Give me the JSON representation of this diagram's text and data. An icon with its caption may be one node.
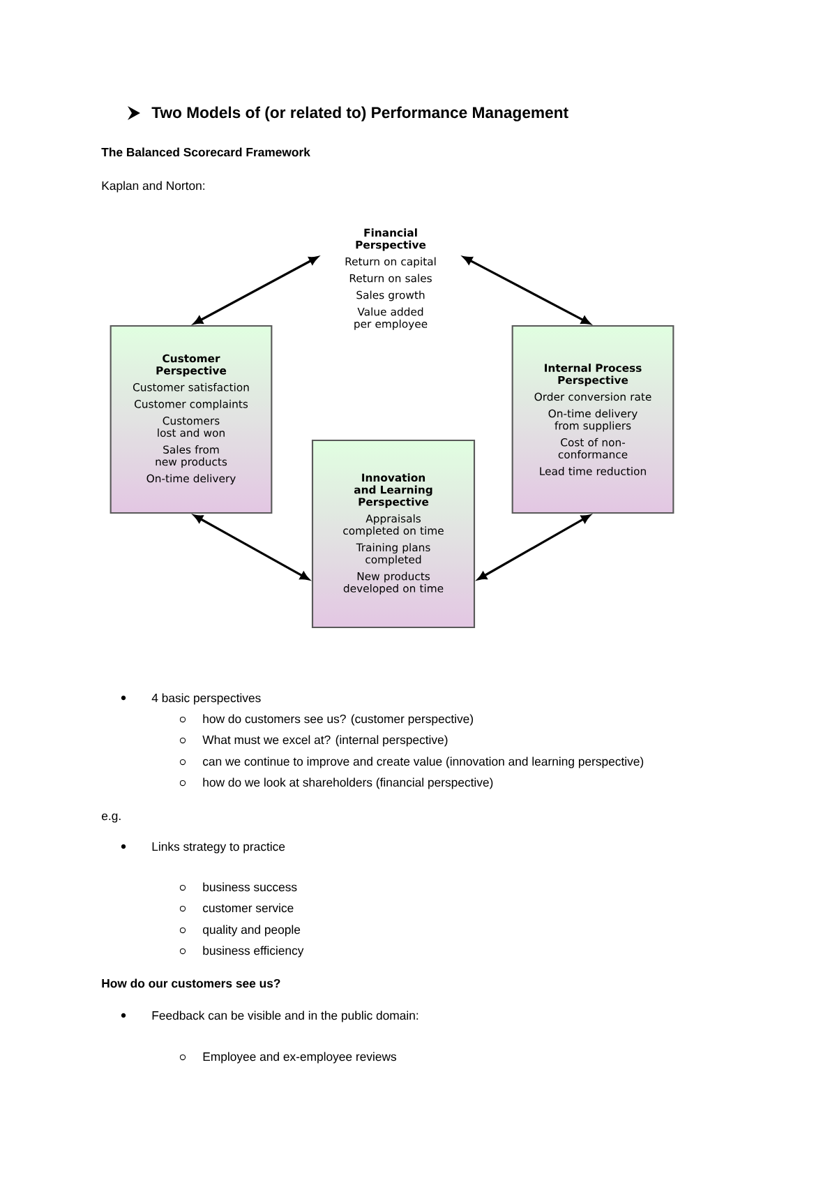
{
  "diagram": {
    "title": "Two Models of (or related to) Performance Management",
    "nodes": [
      {
        "text": [
          "Financial Perspective",
          "Return on capital",
          "Return on sales",
          "Sales growth",
          "Value added per employee"
        ]
      },
      {
        "text": [
          "Customer Perspective",
          "Customer satisfaction",
          "Customer complaints",
          "Customers lost and won",
          "Sales from new products",
          "On-time delivery"
        ]
      },
      {
        "text": [
          "Internal Process Perspective",
          "Order conversion rate",
          "On-time delivery from suppliers",
          "Cost of non-conformance",
          "Lead time reduction"
        ]
      },
      {
        "text": [
          "Innovation and Learning Perspective",
          "Appraisals completed on time",
          "Training plans completed",
          "New products developed on time"
        ]
      }
    ],
    "edges": [
      {
        "from": 0,
        "to": 1,
        "arrow": "both"
      },
      {
        "from": 0,
        "to": 2,
        "arrow": "both"
      },
      {
        "from": 1,
        "to": 3,
        "arrow": "both"
      },
      {
        "from": 2,
        "to": 3,
        "arrow": "both"
      }
    ],
    "labels": [
      "The Balanced Scorecard Framework",
      "Kaplan and Norton:",
      "4 basic perspectives",
      "how do customers see us? (customer perspective)",
      "What must we excel at? (internal perspective)",
      "can we continue to improve and create value (innovation and learning perspective)",
      "how do we look at shareholders (financial perspective)",
      "e.g.",
      "Links strategy to practice",
      "business success",
      "customer service",
      "quality and people",
      "business efficiency",
      "How do our customers see us?",
      "Feedback can be visible and in the public domain:",
      "Employee and ex-employee reviews"
    ]
  }
}
